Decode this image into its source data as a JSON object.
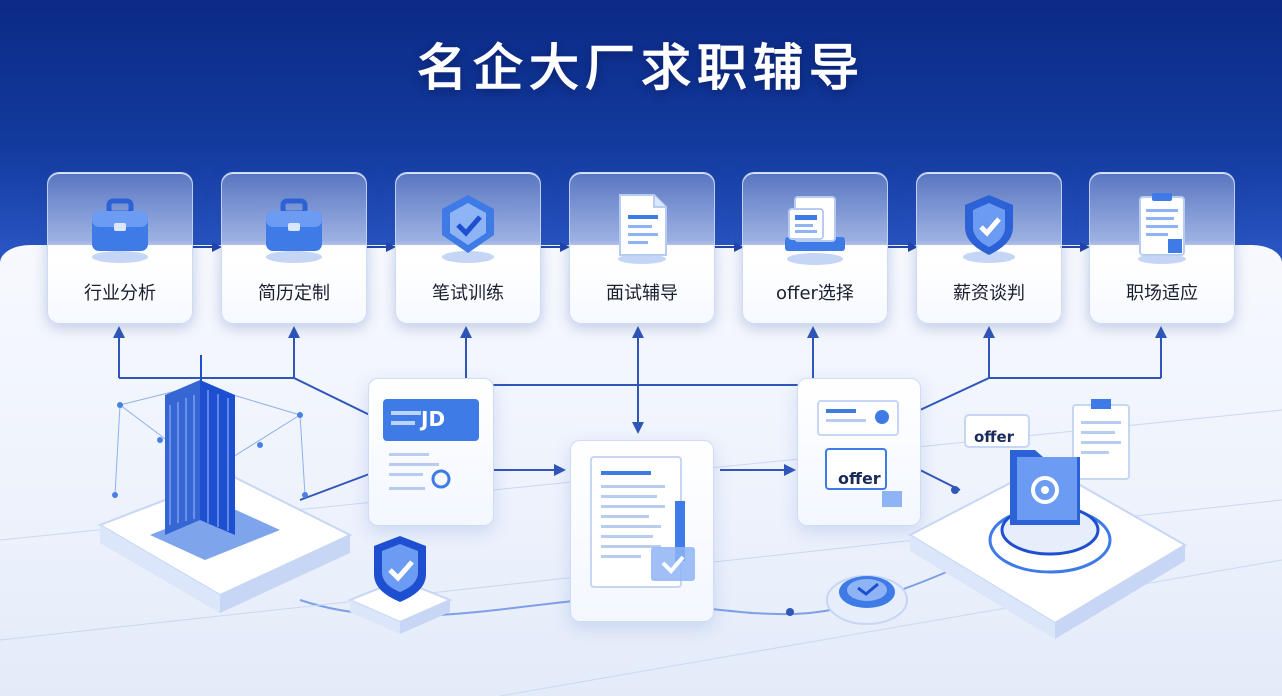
{
  "title": "名企大厂求职辅导",
  "steps": [
    {
      "label": "行业分析",
      "icon": "briefcase-icon"
    },
    {
      "label": "简历定制",
      "icon": "briefcase-icon"
    },
    {
      "label": "笔试训练",
      "icon": "shield-check-icon"
    },
    {
      "label": "面试辅导",
      "icon": "document-icon"
    },
    {
      "label": "offer选择",
      "icon": "offer-stack-icon"
    },
    {
      "label": "薪资谈判",
      "icon": "shield-badge-icon"
    },
    {
      "label": "职场适应",
      "icon": "clipboard-icon"
    }
  ],
  "illustration": {
    "jd_card_text": "JD",
    "offer_card_text": "offer",
    "offer_tag_text": "offer"
  },
  "colors": {
    "primary_blue": "#1d4fd0",
    "deep_blue": "#0c2a86",
    "light_blue": "#6d97ee"
  }
}
